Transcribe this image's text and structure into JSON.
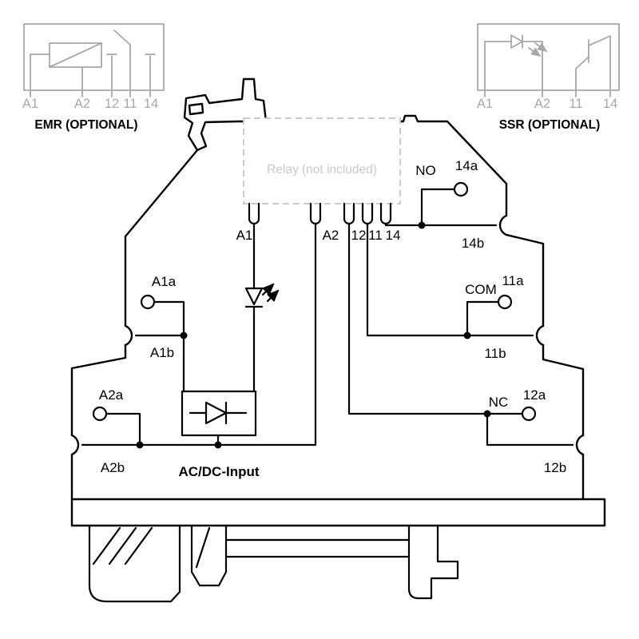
{
  "emr": {
    "title": "EMR (OPTIONAL)",
    "terminals": [
      "A1",
      "A2",
      "12",
      "11",
      "14"
    ]
  },
  "ssr": {
    "title": "SSR (OPTIONAL)",
    "terminals": [
      "A1",
      "A2",
      "11",
      "14"
    ]
  },
  "relay": {
    "label": "Relay (not included)"
  },
  "pins": [
    "A1",
    "A2",
    "12",
    "11",
    "14"
  ],
  "terminals": {
    "a1a": "A1a",
    "a1b": "A1b",
    "a2a": "A2a",
    "a2b": "A2b",
    "no": "NO",
    "t14a": "14a",
    "t14b": "14b",
    "com": "COM",
    "t11a": "11a",
    "t11b": "11b",
    "nc": "NC",
    "t12a": "12a",
    "t12b": "12b"
  },
  "input_label": "AC/DC-Input",
  "colors": {
    "line": "#000000",
    "schematic_gray": "#a8a8a8",
    "relay_gray": "#c6cbcd"
  }
}
